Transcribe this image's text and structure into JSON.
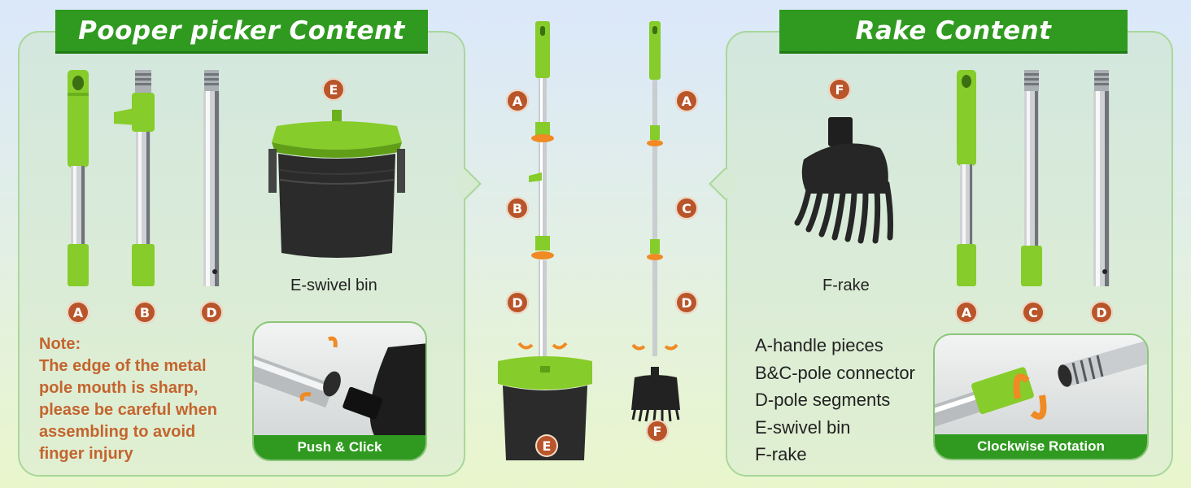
{
  "left": {
    "title": "Pooper picker Content",
    "parts": [
      "A",
      "B",
      "D"
    ],
    "bin_badge": "E",
    "bin_caption": "E-swivel bin",
    "note_title": "Note:",
    "note_text": "The edge of the metal pole mouth is sharp, please be careful when assembling to avoid finger injury",
    "photo_label": "Push & Click"
  },
  "center": {
    "picker_badges": [
      "A",
      "B",
      "D",
      "E"
    ],
    "rake_badges": [
      "A",
      "C",
      "D",
      "F"
    ]
  },
  "right": {
    "title": "Rake Content",
    "rake_badge": "F",
    "rake_caption": "F-rake",
    "parts": [
      "A",
      "C",
      "D"
    ],
    "legend": [
      "A-handle pieces",
      "B&C-pole connector",
      "D-pole segments",
      "E-swivel bin",
      "F-rake"
    ],
    "photo_label": "Clockwise Rotation"
  },
  "colors": {
    "banner_green": "#2f9a1f",
    "lime": "#8cd12a",
    "badge": "#b9552a",
    "note": "#c4642e",
    "arrow_orange": "#f08a24"
  }
}
